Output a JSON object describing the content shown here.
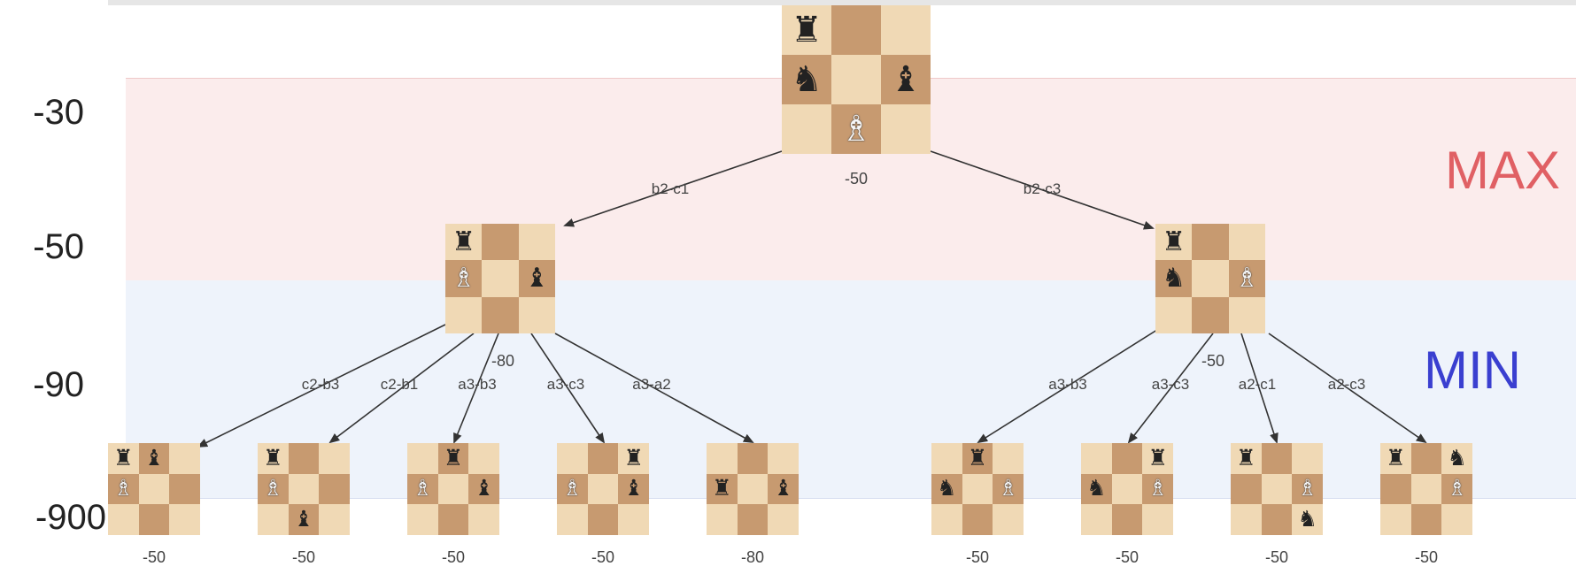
{
  "band_labels": {
    "max": "MAX",
    "min": "MIN"
  },
  "axis_values": [
    "-30",
    "-50",
    "-90",
    "-900"
  ],
  "colors": {
    "max_label": "#e06064",
    "min_label": "#3a3fd0",
    "light_square": "#f0d9b5",
    "dark_square": "#c79a70"
  },
  "root": {
    "score": "-50",
    "board": [
      [
        {
          "p": "rook",
          "c": "b"
        },
        null,
        null
      ],
      [
        {
          "p": "knight",
          "c": "b"
        },
        null,
        {
          "p": "bishop",
          "c": "b"
        }
      ],
      [
        null,
        {
          "p": "bishop",
          "c": "w"
        },
        null
      ]
    ]
  },
  "level1": [
    {
      "move": "b2-c1",
      "score": "-80",
      "board": [
        [
          {
            "p": "rook",
            "c": "b"
          },
          null,
          null
        ],
        [
          {
            "p": "bishop",
            "c": "w"
          },
          null,
          {
            "p": "bishop",
            "c": "b"
          }
        ],
        [
          null,
          null,
          null
        ]
      ]
    },
    {
      "move": "b2-c3",
      "score": "-50",
      "board": [
        [
          {
            "p": "rook",
            "c": "b"
          },
          null,
          null
        ],
        [
          {
            "p": "knight",
            "c": "b"
          },
          null,
          {
            "p": "bishop",
            "c": "w"
          }
        ],
        [
          null,
          null,
          null
        ]
      ]
    }
  ],
  "leaves": [
    {
      "move": "c2-b3",
      "score": "-50",
      "board": [
        [
          {
            "p": "rook",
            "c": "b"
          },
          {
            "p": "bishop",
            "c": "b"
          },
          null
        ],
        [
          {
            "p": "bishop",
            "c": "w"
          },
          null,
          null
        ],
        [
          null,
          null,
          null
        ]
      ]
    },
    {
      "move": "c2-b1",
      "score": "-50",
      "board": [
        [
          {
            "p": "rook",
            "c": "b"
          },
          null,
          null
        ],
        [
          {
            "p": "bishop",
            "c": "w"
          },
          null,
          null
        ],
        [
          null,
          {
            "p": "bishop",
            "c": "b"
          },
          null
        ]
      ]
    },
    {
      "move": "a3-b3",
      "score": "-50",
      "board": [
        [
          null,
          {
            "p": "rook",
            "c": "b"
          },
          null
        ],
        [
          {
            "p": "bishop",
            "c": "w"
          },
          null,
          {
            "p": "bishop",
            "c": "b"
          }
        ],
        [
          null,
          null,
          null
        ]
      ]
    },
    {
      "move": "a3-c3",
      "score": "-50",
      "board": [
        [
          null,
          null,
          {
            "p": "rook",
            "c": "b"
          }
        ],
        [
          {
            "p": "bishop",
            "c": "w"
          },
          null,
          {
            "p": "bishop",
            "c": "b"
          }
        ],
        [
          null,
          null,
          null
        ]
      ]
    },
    {
      "move": "a3-a2",
      "score": "-80",
      "board": [
        [
          null,
          null,
          null
        ],
        [
          {
            "p": "rook",
            "c": "b"
          },
          null,
          {
            "p": "bishop",
            "c": "b"
          }
        ],
        [
          null,
          null,
          null
        ]
      ]
    },
    {
      "move": "a3-b3",
      "score": "-50",
      "board": [
        [
          null,
          {
            "p": "rook",
            "c": "b"
          },
          null
        ],
        [
          {
            "p": "knight",
            "c": "b"
          },
          null,
          {
            "p": "bishop",
            "c": "w"
          }
        ],
        [
          null,
          null,
          null
        ]
      ]
    },
    {
      "move": "a3-c3",
      "score": "-50",
      "board": [
        [
          null,
          null,
          {
            "p": "rook",
            "c": "b"
          }
        ],
        [
          {
            "p": "knight",
            "c": "b"
          },
          null,
          {
            "p": "bishop",
            "c": "w"
          }
        ],
        [
          null,
          null,
          null
        ]
      ]
    },
    {
      "move": "a2-c1",
      "score": "-50",
      "board": [
        [
          {
            "p": "rook",
            "c": "b"
          },
          null,
          null
        ],
        [
          null,
          null,
          {
            "p": "bishop",
            "c": "w"
          }
        ],
        [
          null,
          null,
          {
            "p": "knight",
            "c": "b"
          }
        ]
      ]
    },
    {
      "move": "a2-c3",
      "score": "-50",
      "board": [
        [
          {
            "p": "rook",
            "c": "b"
          },
          null,
          {
            "p": "knight",
            "c": "b"
          }
        ],
        [
          null,
          null,
          {
            "p": "bishop",
            "c": "w"
          }
        ],
        [
          null,
          null,
          null
        ]
      ]
    }
  ]
}
